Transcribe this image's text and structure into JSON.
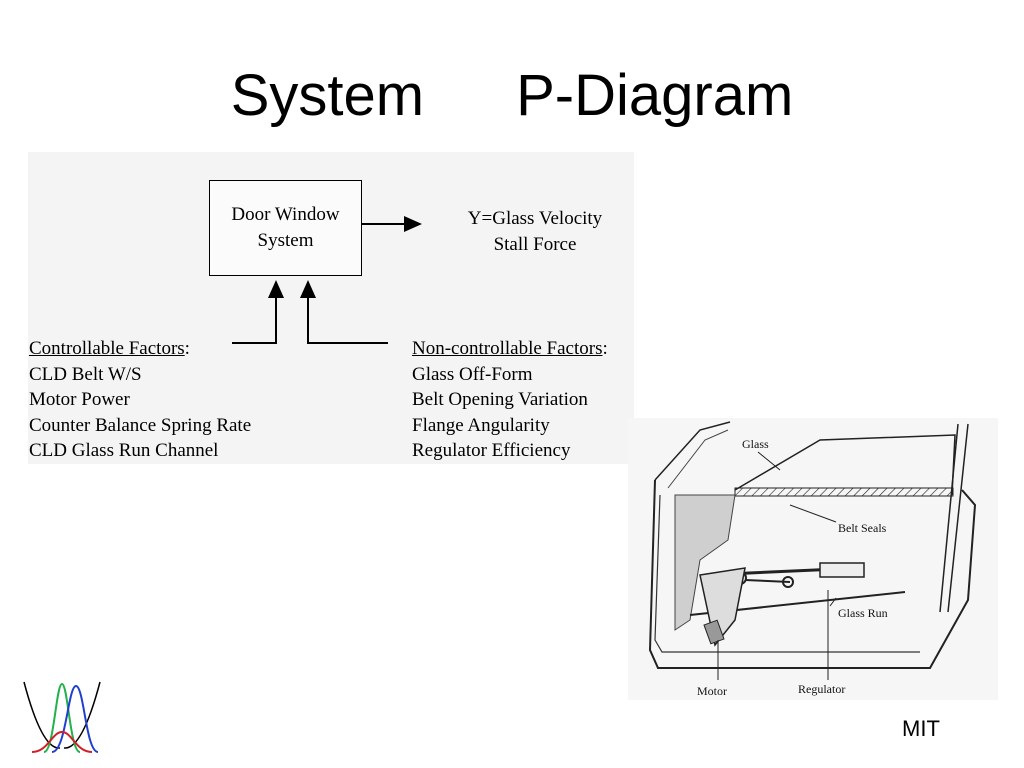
{
  "title": {
    "left": "System",
    "right": "P-Diagram"
  },
  "system_box": {
    "line1": "Door Window",
    "line2": "System"
  },
  "output": {
    "line1": "Y=Glass Velocity",
    "line2": "Stall Force"
  },
  "controllable": {
    "heading": "Controllable Factors",
    "items": [
      "CLD Belt W/S",
      "Motor Power",
      "Counter Balance Spring Rate",
      "CLD Glass Run Channel"
    ]
  },
  "noncontrollable": {
    "heading": "Non-controllable Factors",
    "items": [
      "Glass Off-Form",
      "Belt Opening Variation",
      "Flange Angularity",
      "Regulator Efficiency"
    ]
  },
  "door_labels": {
    "glass": "Glass",
    "belt_seals": "Belt Seals",
    "glass_run": "Glass Run",
    "motor": "Motor",
    "regulator": "Regulator"
  },
  "footer": {
    "mit": "MIT"
  },
  "colors": {
    "logo_green": "#22b14c",
    "logo_blue": "#1f3fcf",
    "logo_red": "#d0202a"
  }
}
